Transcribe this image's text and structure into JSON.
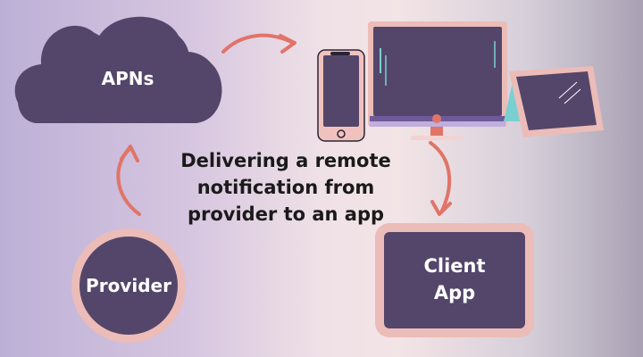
{
  "nodes": {
    "apns": {
      "label": "APNs"
    },
    "provider": {
      "label": "Provider"
    },
    "client_app": {
      "line1": "Client",
      "line2": "App"
    }
  },
  "caption": {
    "line1": "Delivering a remote",
    "line2": "notification from",
    "line3": "provider to an app"
  },
  "icons": [
    "cloud-icon",
    "phone-icon",
    "desktop-monitor-icon",
    "tablet-icon",
    "arrow-icon"
  ],
  "colors": {
    "node_fill": "#54466a",
    "node_border": "#ecbcb8",
    "arrow": "#e07468",
    "caption_text": "#1a1a1a"
  }
}
